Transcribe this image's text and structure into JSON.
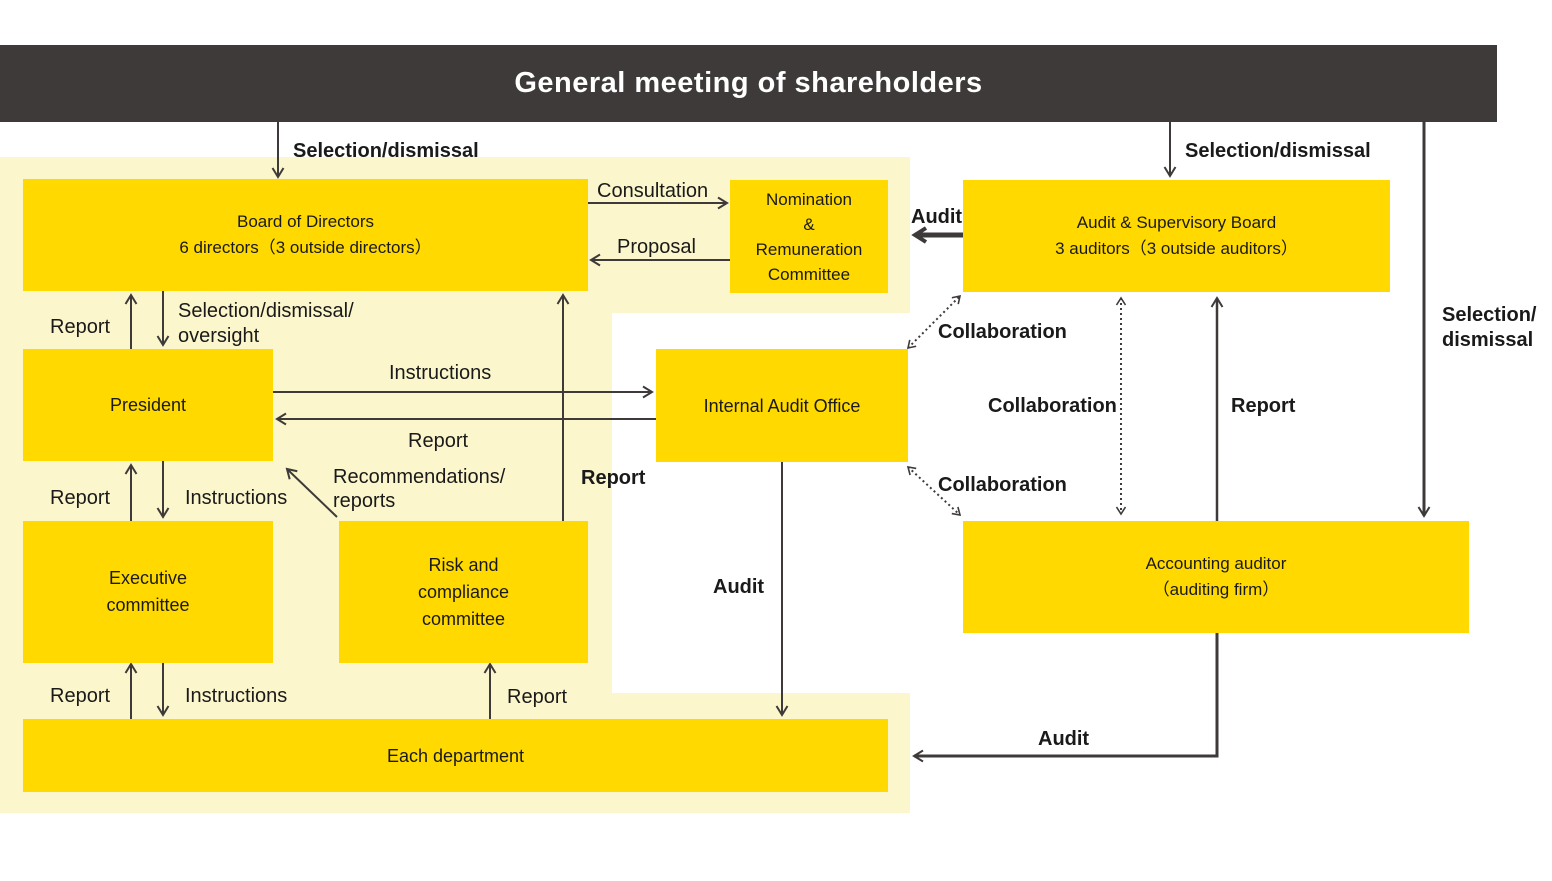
{
  "header": {
    "title": "General meeting of shareholders"
  },
  "colors": {
    "header_bg": "#3E3A39",
    "box_yellow": "#FFD900",
    "panel_cream": "#FBF6CC",
    "arrow": "#3E3A39",
    "text": "#1A1A1A",
    "title_text": "#FFFFFF"
  },
  "boxes": {
    "board": {
      "lines": [
        "Board of Directors",
        "6 directors（3 outside directors）"
      ]
    },
    "nomination": {
      "lines": [
        "Nomination",
        "&",
        "Remuneration",
        "Committee"
      ]
    },
    "asb": {
      "lines": [
        "Audit & Supervisory Board",
        "3 auditors（3 outside auditors）"
      ]
    },
    "president": {
      "lines": [
        "President"
      ]
    },
    "iao": {
      "lines": [
        "Internal Audit Office"
      ]
    },
    "exec": {
      "lines": [
        "Executive",
        "committee"
      ]
    },
    "risk": {
      "lines": [
        "Risk and",
        "compliance",
        "committee"
      ]
    },
    "accounting": {
      "lines": [
        "Accounting auditor",
        "（auditing firm）"
      ]
    },
    "dept": {
      "lines": [
        "Each department"
      ]
    }
  },
  "labels": {
    "sel_dismissal_left": "Selection/dismissal",
    "sel_dismissal_right": "Selection/dismissal",
    "sel_right_1": "Selection/",
    "sel_right_2": "dismissal",
    "consultation": "Consultation",
    "proposal": "Proposal",
    "audit_asb": "Audit",
    "report_bod": "Report",
    "sel_oversight_1": "Selection/dismissal/",
    "sel_oversight_2": "oversight",
    "instructions_iao": "Instructions",
    "report_iao": "Report",
    "recommendations_1": "Recommendations/",
    "recommendations_2": "reports",
    "report_risk_bod": "Report",
    "report_pres": "Report",
    "instructions_pres": "Instructions",
    "report_exec": "Report",
    "instructions_exec": "Instructions",
    "report_risk": "Report",
    "audit_iao": "Audit",
    "collaboration_top": "Collaboration",
    "collaboration_mid": "Collaboration",
    "collaboration_bottom": "Collaboration",
    "report_accounting": "Report",
    "audit_accounting": "Audit"
  }
}
